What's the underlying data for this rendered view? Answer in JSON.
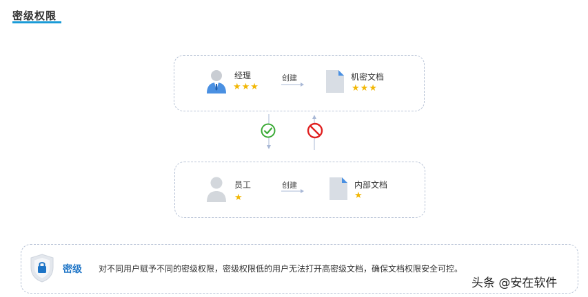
{
  "title": "密级权限",
  "top_row": {
    "role": "经理",
    "role_stars": "★★★",
    "action": "创建",
    "doc": "机密文档",
    "doc_stars": "★★★"
  },
  "bottom_row": {
    "role": "员工",
    "role_stars": "★",
    "action": "创建",
    "doc": "内部文档",
    "doc_stars": "★"
  },
  "notice": {
    "title": "密级",
    "text": "对不同用户赋予不同的密级权限，密级权限低的用户无法打开高密级文档，确保文档权限安全可控。"
  },
  "watermark": "头条 @安在软件",
  "colors": {
    "accent": "#1a9bd7",
    "allowed": "#3aaa35",
    "denied": "#e02020",
    "star": "#f2b705",
    "manager": "#4a90e2"
  }
}
